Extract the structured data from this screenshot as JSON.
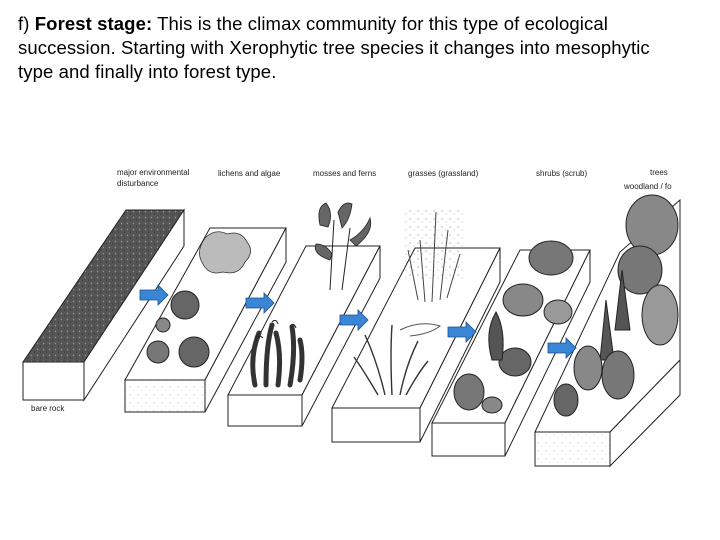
{
  "text": {
    "prefix": "f)",
    "heading": "Forest stage:",
    "body_line1": " This is the climax community for this type of ecological",
    "body_line2": "succession. Starting with Xerophytic tree species it changes into mesophytic",
    "body_line3": "type and finally into forest type."
  },
  "diagram": {
    "stages": [
      {
        "label_1": "major environmental",
        "label_2": "disturbance"
      },
      {
        "label_1": "lichens and algae"
      },
      {
        "label_1": "mosses and ferns"
      },
      {
        "label_1": "grasses (grassland)"
      },
      {
        "label_1": "shrubs (scrub)"
      },
      {
        "label_1": "trees",
        "label_2": "woodland / fo"
      }
    ],
    "base_label": "bare rock",
    "arrow_color": "#3a86d6"
  }
}
